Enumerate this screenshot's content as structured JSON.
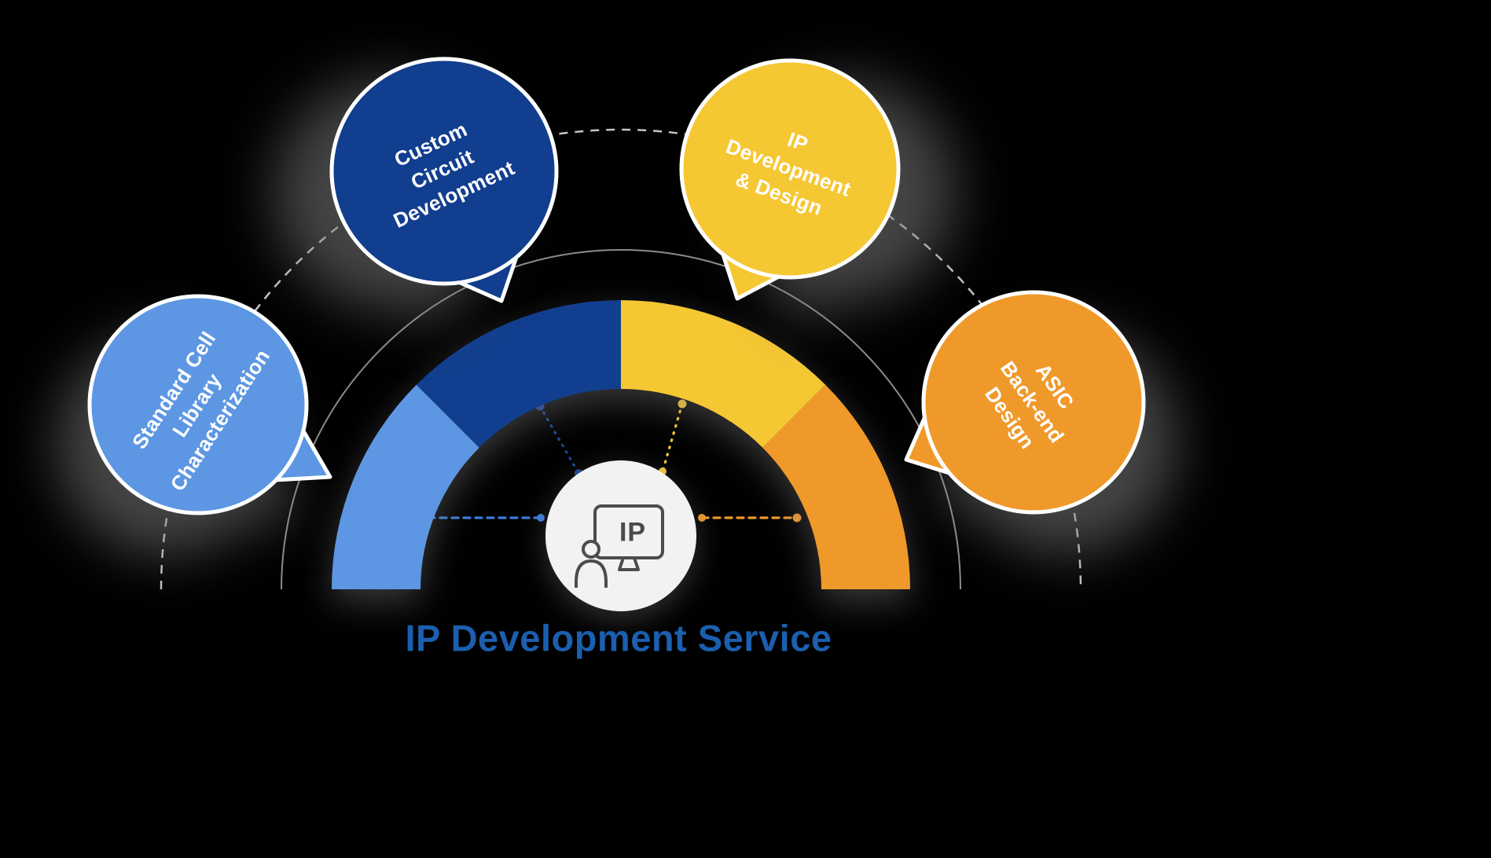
{
  "title": {
    "text": "IP Development Service",
    "color": "#1b5fae"
  },
  "center_icon": {
    "label": "IP"
  },
  "bubbles": [
    {
      "name": "standard-cell-library-characterization",
      "label": "Standard Cell\nLibrary\nCharacterization",
      "color": "#5d97e3"
    },
    {
      "name": "custom-circuit-development",
      "label": "Custom\nCircuit\nDevelopment",
      "color": "#123e8f"
    },
    {
      "name": "ip-development-and-design",
      "label": "IP\nDevelopment\n& Design",
      "color": "#f5c733"
    },
    {
      "name": "asic-back-end-design",
      "label": "ASIC\nBack-end\nDesign",
      "color": "#f0992b"
    }
  ],
  "segments": [
    {
      "name": "segment-standard-cell",
      "color": "#5d97e3"
    },
    {
      "name": "segment-custom-circuit",
      "color": "#123e8f"
    },
    {
      "name": "segment-ip-development",
      "color": "#f5c733"
    },
    {
      "name": "segment-asic-backend",
      "color": "#f0992b"
    }
  ],
  "connectors": [
    {
      "name": "connector-left",
      "color": "#3d7bd7"
    },
    {
      "name": "connector-upper-left",
      "color": "#1c4693"
    },
    {
      "name": "connector-upper-right",
      "color": "#f5c733"
    },
    {
      "name": "connector-right",
      "color": "#f0992b"
    }
  ]
}
